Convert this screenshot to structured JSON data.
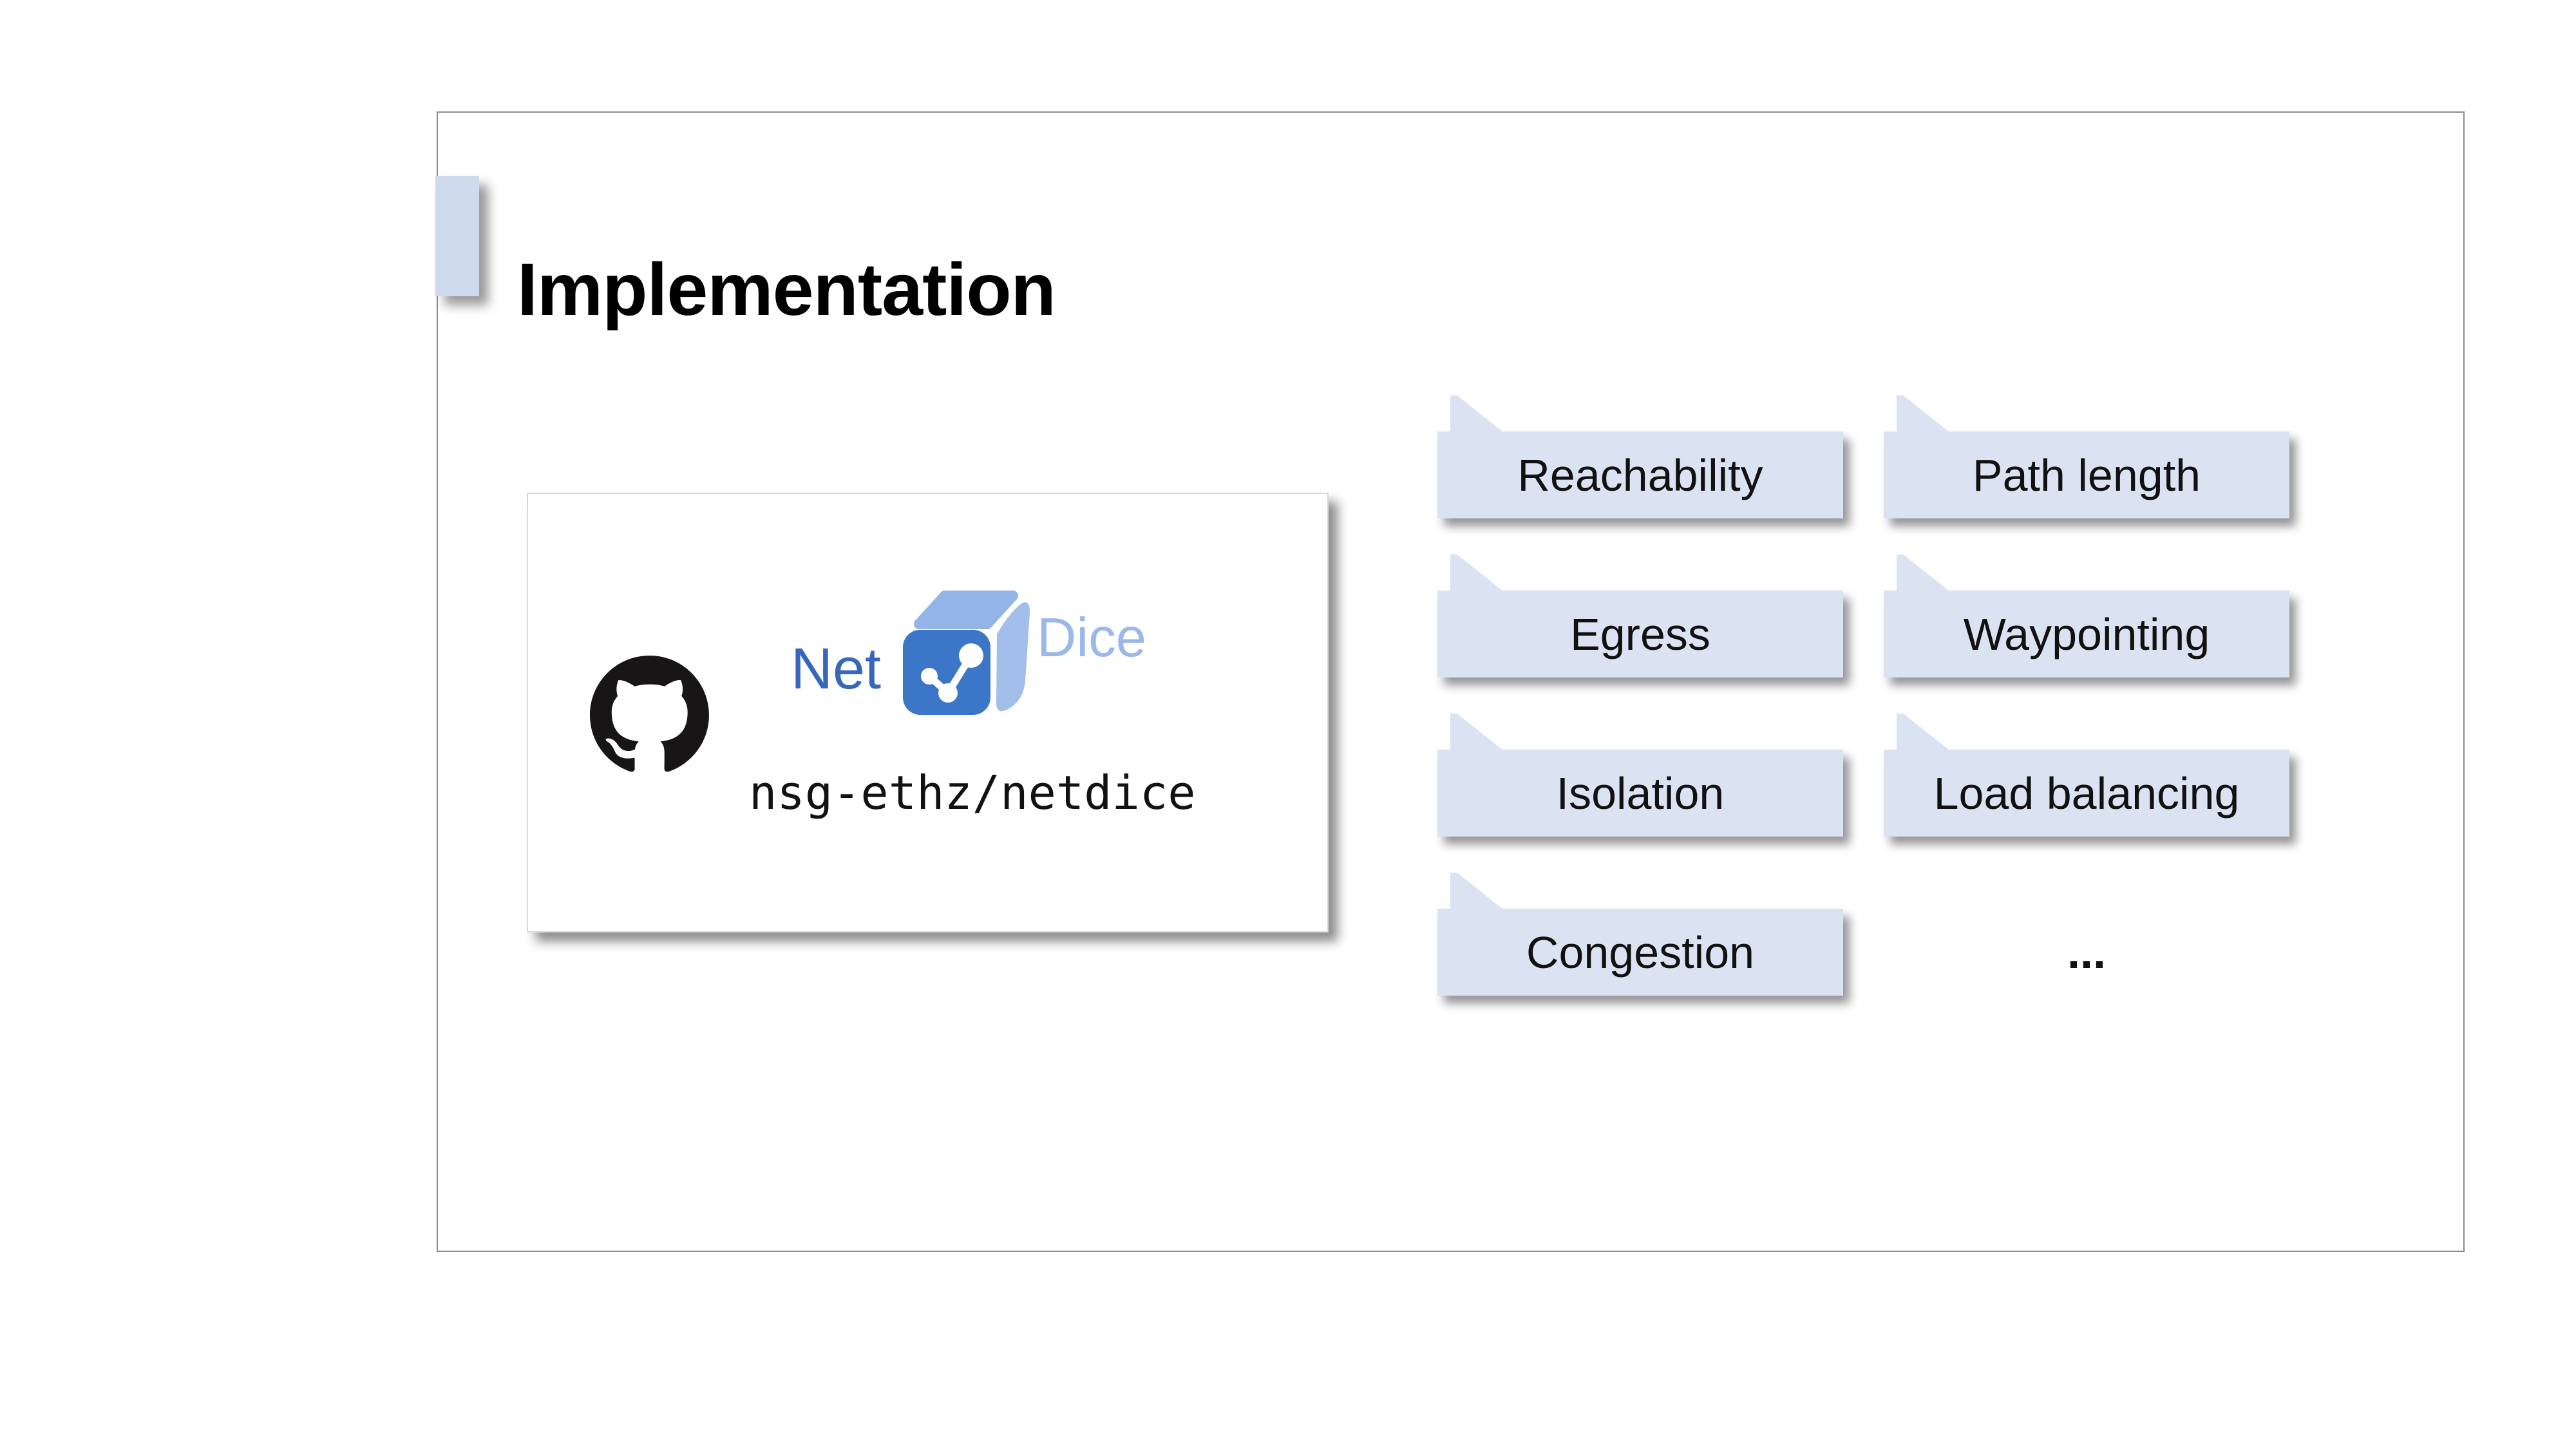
{
  "slide": {
    "title": "Implementation",
    "github_card": {
      "brand_net": "Net",
      "brand_dice": "Dice",
      "repo_name": "nsg-ethz/netdice"
    },
    "properties": [
      "Reachability",
      "Path length",
      "Egress",
      "Waypointing",
      "Isolation",
      "Load balancing",
      "Congestion"
    ],
    "more_indicator": "...",
    "icons": {
      "github": "github-octocat-logo",
      "dice": "netdice-cube-logo"
    },
    "colors": {
      "tag_fill": "#dbe3f2",
      "title_tab_fill": "#cfdaec",
      "slide_border": "#8c8c8c",
      "card_border": "#d8d8d8",
      "net_text": "#3767bb",
      "dice_text": "#9cb8e8",
      "dice_front": "#3b76c9",
      "dice_top": "#92b4e6",
      "dice_side": "#a2bfeb",
      "github_black": "#171516",
      "text": "#111111"
    }
  }
}
